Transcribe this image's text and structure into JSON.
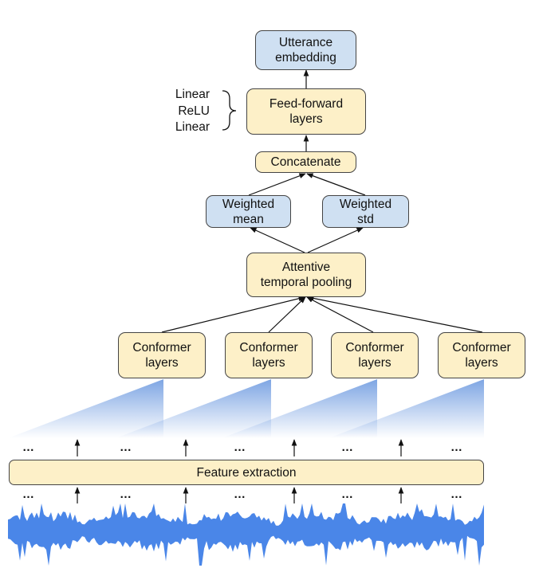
{
  "nodes": {
    "utterance_embedding": "Utterance\nembedding",
    "feed_forward": "Feed-forward\nlayers",
    "concatenate": "Concatenate",
    "weighted_mean": "Weighted\nmean",
    "weighted_std": "Weighted\nstd",
    "attentive_pooling": "Attentive\ntemporal pooling",
    "conformer": [
      "Conformer\nlayers",
      "Conformer\nlayers",
      "Conformer\nlayers",
      "Conformer\nlayers"
    ],
    "feature_extraction": "Feature extraction"
  },
  "feed_forward_components": [
    "Linear",
    "ReLU",
    "Linear"
  ],
  "ellipsis": "…",
  "colors": {
    "yellow_box": "#fdf0c8",
    "blue_box": "#cfe0f2",
    "waveform": "#4a86e8",
    "window_gradient": "#6f9be0"
  }
}
